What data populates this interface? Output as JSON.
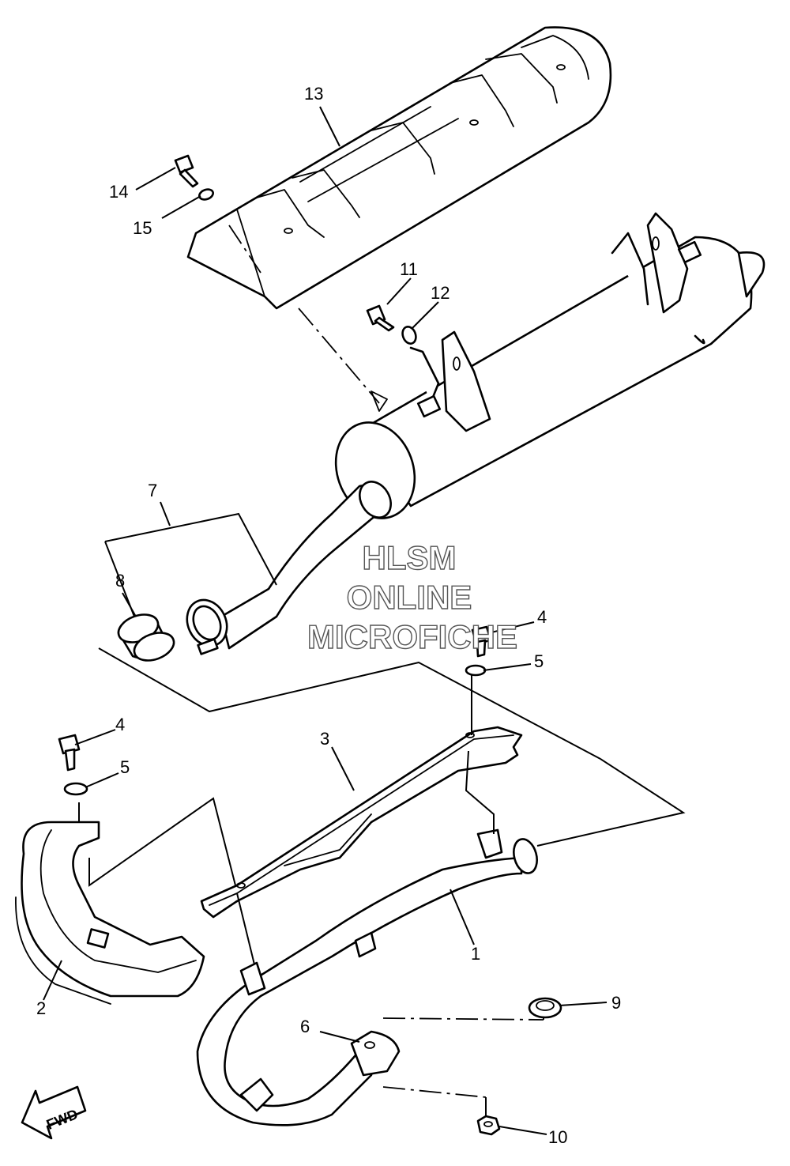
{
  "callouts": [
    {
      "id": "13",
      "label": "13"
    },
    {
      "id": "14",
      "label": "14"
    },
    {
      "id": "15",
      "label": "15"
    },
    {
      "id": "11",
      "label": "11"
    },
    {
      "id": "12",
      "label": "12"
    },
    {
      "id": "7",
      "label": "7"
    },
    {
      "id": "8",
      "label": "8"
    },
    {
      "id": "4a",
      "label": "4"
    },
    {
      "id": "5a",
      "label": "5"
    },
    {
      "id": "4b",
      "label": "4"
    },
    {
      "id": "5b",
      "label": "5"
    },
    {
      "id": "3",
      "label": "3"
    },
    {
      "id": "1",
      "label": "1"
    },
    {
      "id": "2",
      "label": "2"
    },
    {
      "id": "9",
      "label": "9"
    },
    {
      "id": "6",
      "label": "6"
    },
    {
      "id": "10",
      "label": "10"
    }
  ],
  "watermark": {
    "line1": "HLSM",
    "line2": "ONLINE",
    "line3": "MICROFICHE"
  },
  "direction_arrow": {
    "label": "FWD"
  }
}
